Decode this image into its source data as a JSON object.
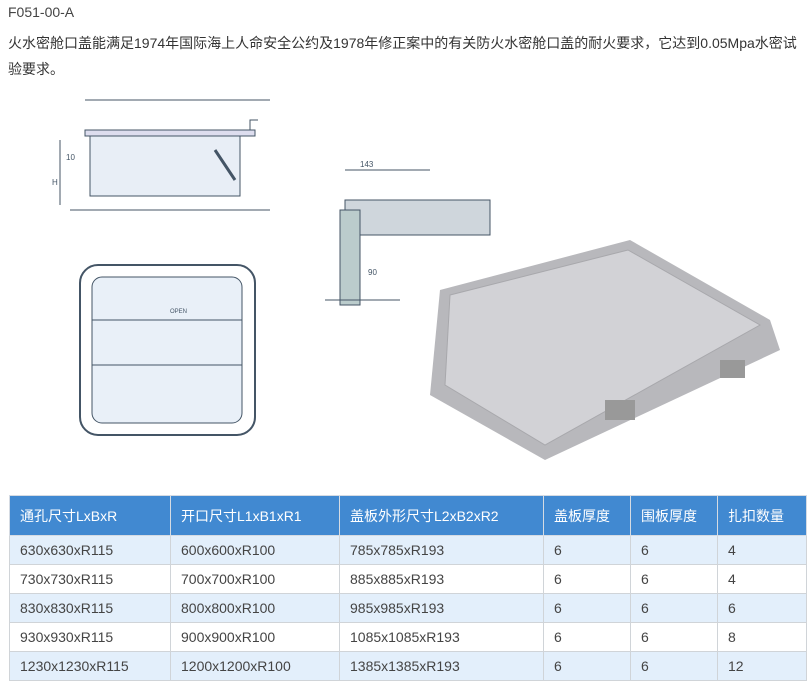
{
  "product_code": "F051-00-A",
  "description": "火水密舱口盖能满足1974年国际海上人命安全公约及1978年修正案中的有关防火水密舱口盖的耐火要求，它达到0.05Mpa水密试验要求。",
  "figure_labels": {
    "dim_10": "10",
    "dim_h": "H",
    "dim_143": "143",
    "dim_90": "90",
    "open": "OPEN"
  },
  "table": {
    "headers": [
      "通孔尺寸LxBxR",
      "开口尺寸L1xB1xR1",
      "盖板外形尺寸L2xB2xR2",
      "盖板厚度",
      "围板厚度",
      "扎扣数量"
    ],
    "rows": [
      [
        "630x630xR115",
        "600x600xR100",
        "785x785xR193",
        "6",
        "6",
        "4"
      ],
      [
        "730x730xR115",
        "700x700xR100",
        "885x885xR193",
        "6",
        "6",
        "4"
      ],
      [
        "830x830xR115",
        "800x800xR100",
        "985x985xR193",
        "6",
        "6",
        "6"
      ],
      [
        "930x930xR115",
        "900x900xR100",
        "1085x1085xR193",
        "6",
        "6",
        "8"
      ],
      [
        "1230x1230xR115",
        "1200x1200xR100",
        "1385x1385xR193",
        "6",
        "6",
        "12"
      ]
    ]
  }
}
